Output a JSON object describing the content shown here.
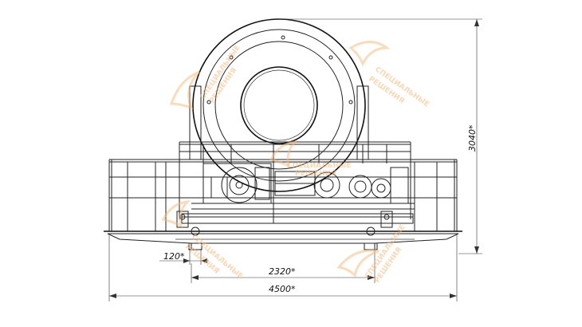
{
  "drawing": {
    "dimensions": {
      "height_total": "3040*",
      "offset_left": "120*",
      "span_middle": "2320*",
      "span_total": "4500*"
    },
    "watermark": {
      "line1": "СПЕЦИАЛЬНЫЕ",
      "line2": "РЕШЕНИЯ"
    },
    "colors": {
      "line": "#222222",
      "watermark": "#f5b77a",
      "background": "#ffffff"
    }
  }
}
